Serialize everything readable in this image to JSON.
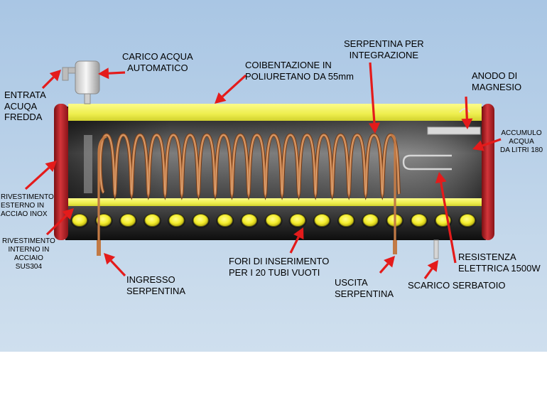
{
  "labels": {
    "carico": [
      "CARICO ACQUA",
      "AUTOMATICO"
    ],
    "entrata": [
      "ENTRATA",
      "ACUQA",
      "FREDDA"
    ],
    "coibentazione": [
      "COIBENTAZIONE IN",
      "POLIURETANO DA 55mm"
    ],
    "serpentina_int": [
      "SERPENTINA PER",
      "INTEGRAZIONE"
    ],
    "anodo": [
      "ANODO DI",
      "MAGNESIO"
    ],
    "accumulo": [
      "ACCUMULO",
      "ACQUA",
      "DA LITRI 180"
    ],
    "riv_esterno": [
      "RIVESTIMENTO",
      "ESTERNO IN",
      "ACCIAO INOX"
    ],
    "riv_interno": [
      "RIVESTIMENTO",
      "INTERNO IN",
      "ACCIAIO",
      "SUS304"
    ],
    "ingresso": [
      "INGRESSO",
      "SERPENTINA"
    ],
    "fori": [
      "FORI DI INSERIMENTO",
      "PER I 20 TUBI VUOTI"
    ],
    "uscita": [
      "USCITA",
      "SERPENTINA"
    ],
    "resistenza": [
      "RESISTENZA",
      "ELETTRICA 1500W"
    ],
    "scarico": [
      "SCARICO SERBATOIO"
    ]
  },
  "diagram": {
    "tube_holes": 17,
    "coil_turns": 18
  },
  "colors": {
    "insulation": "#f2f25a",
    "end_cap": "#c8282d",
    "tank_interior": "#3a3a3a",
    "coil": "#c27a45",
    "tube_hole": "#f6f23a",
    "arrow": "#e41b1b",
    "sky": "#b8d0e8"
  }
}
